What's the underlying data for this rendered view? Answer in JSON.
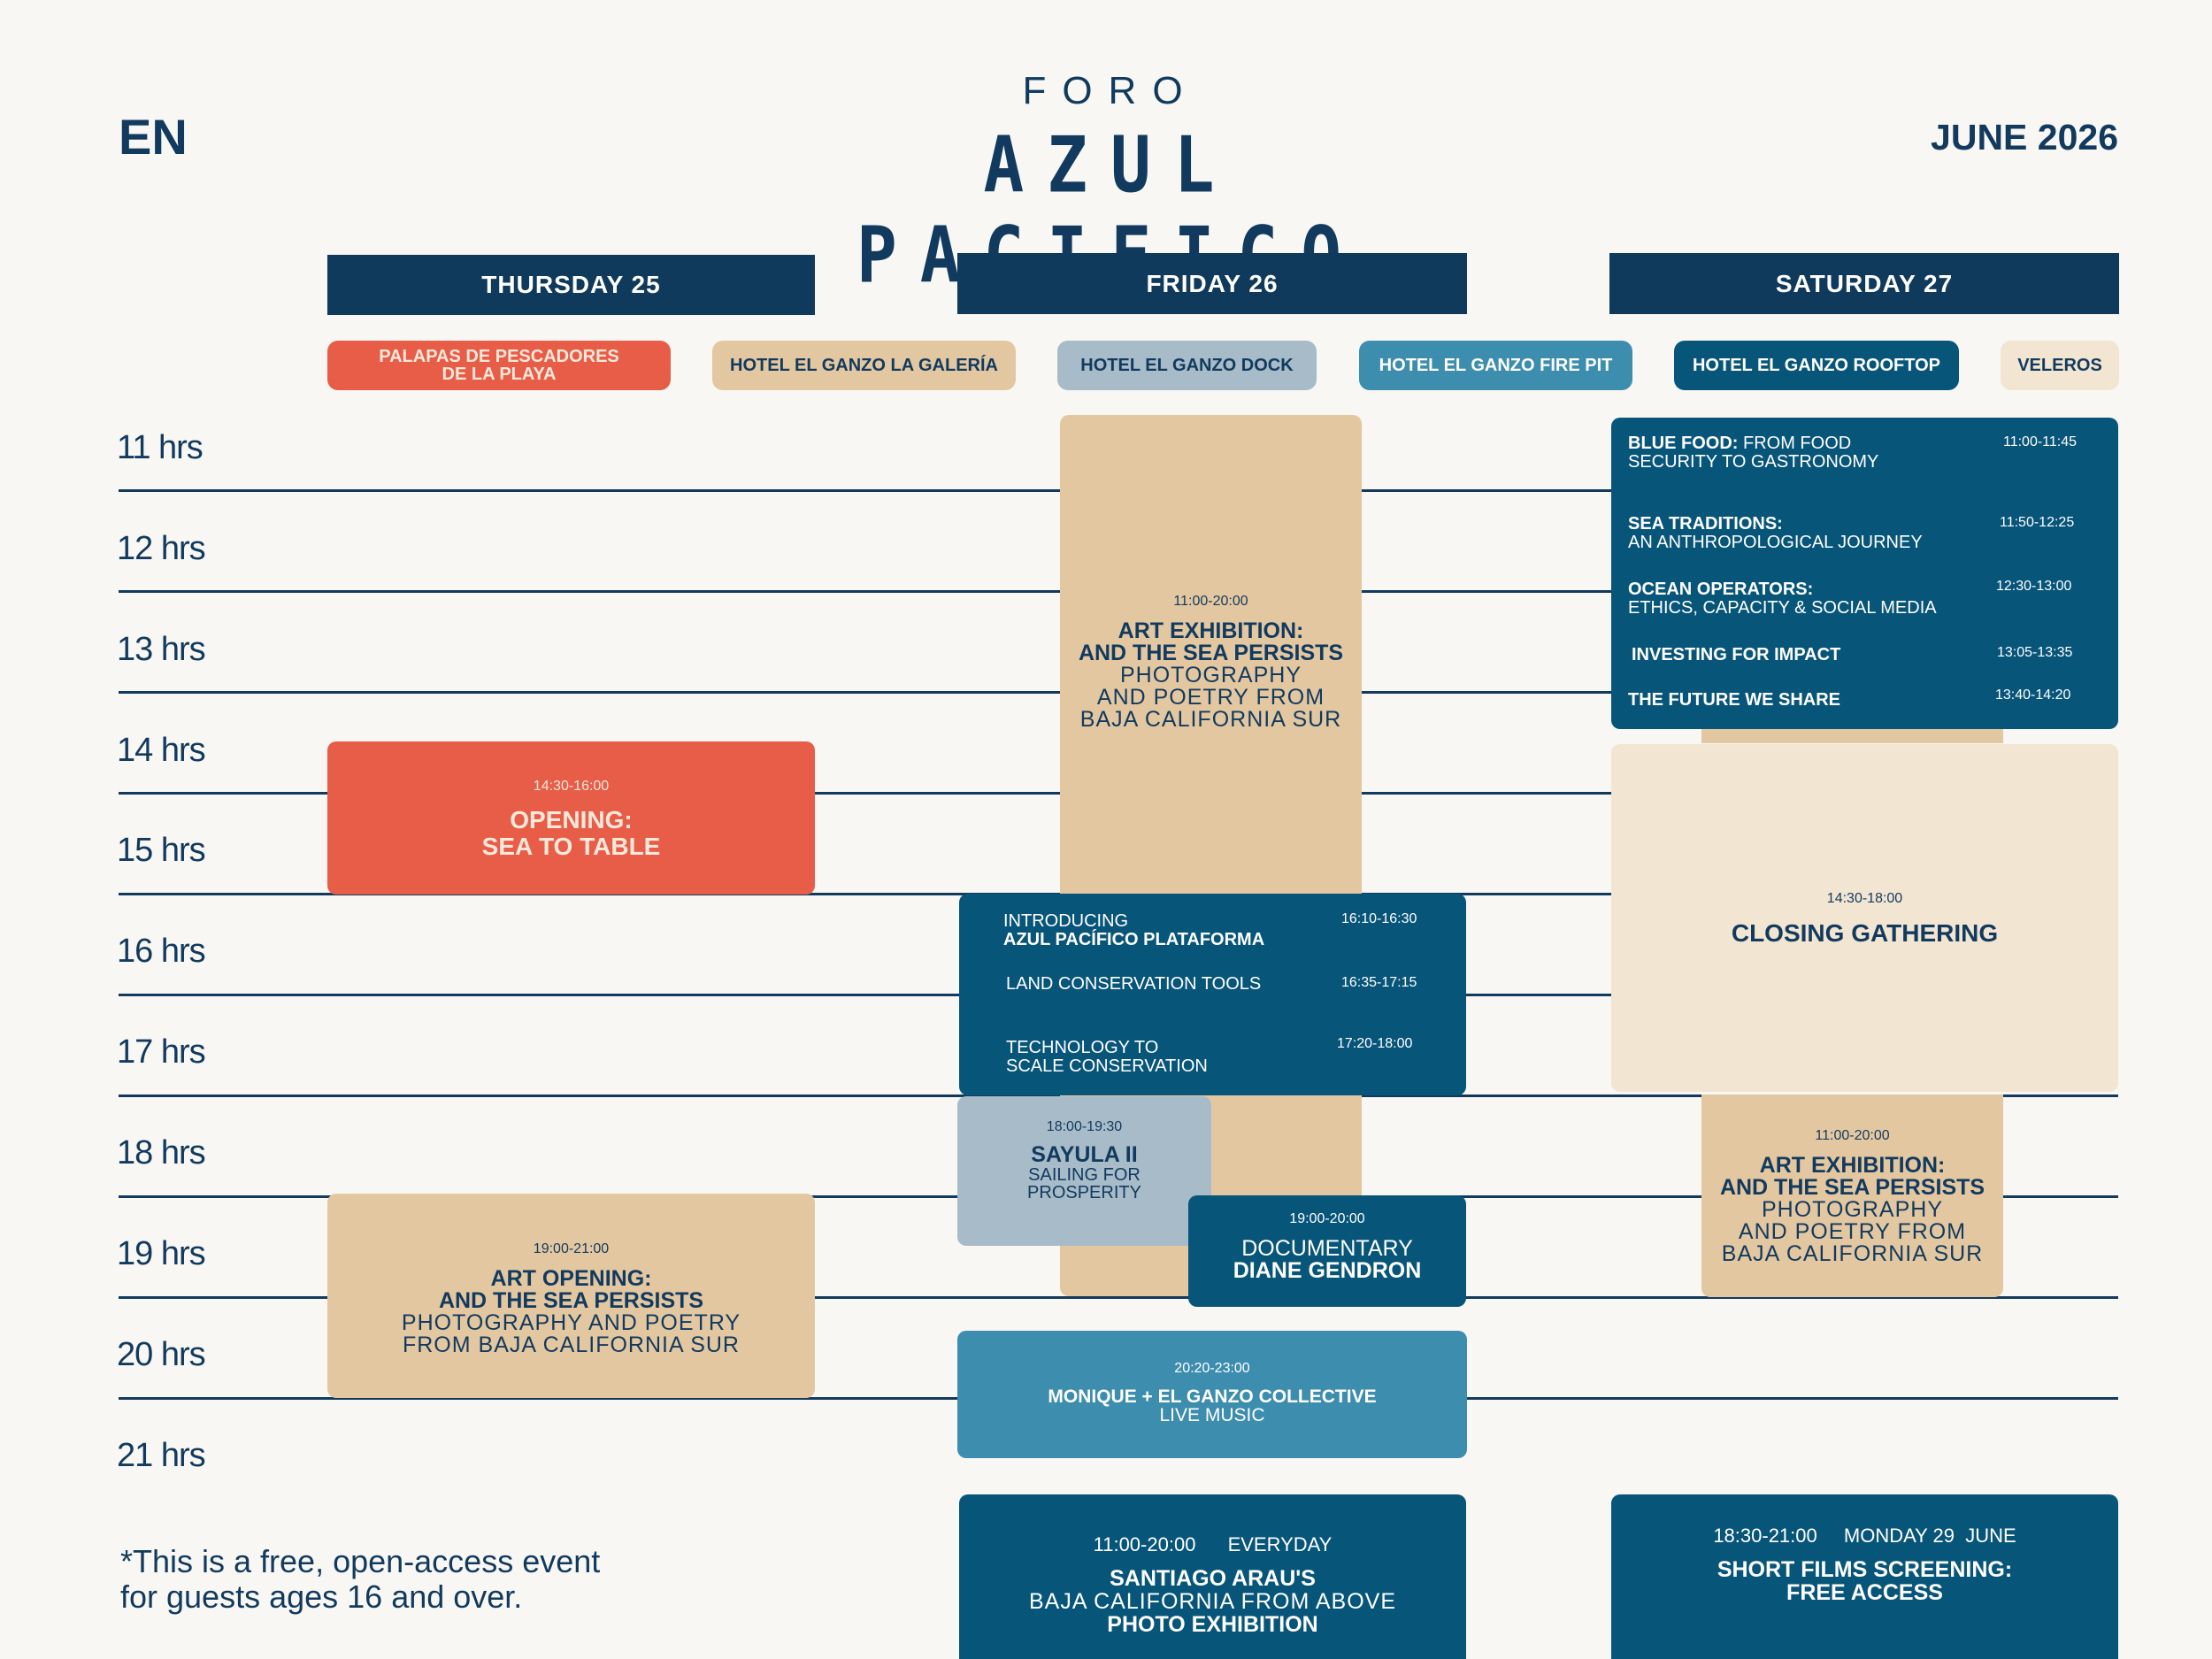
{
  "header": {
    "lang": "EN",
    "foro": "FORO",
    "logo": "AZUL PACIFICO",
    "month": "JUNE 2026"
  },
  "days": [
    "THURSDAY 25",
    "FRIDAY 26",
    "SATURDAY 27"
  ],
  "venues": [
    {
      "line1": "PALAPAS DE PESCADORES",
      "line2": "DE LA PLAYA",
      "color": "#e85d47"
    },
    {
      "line1": "HOTEL EL GANZO LA GALERÍA",
      "color": "#e3c7a1"
    },
    {
      "line1": "HOTEL EL GANZO DOCK",
      "color": "#a7bbc8"
    },
    {
      "line1": "HOTEL EL GANZO FIRE PIT",
      "color": "#3d8daf"
    },
    {
      "line1": "HOTEL EL GANZO ROOFTOP",
      "color": "#08557a"
    },
    {
      "line1": "VELEROS",
      "color": "#f2e5d2"
    }
  ],
  "hours": [
    "11 hrs",
    "12 hrs",
    "13 hrs",
    "14 hrs",
    "15 hrs",
    "16 hrs",
    "17 hrs",
    "18 hrs",
    "19 hrs",
    "20 hrs",
    "21 hrs"
  ],
  "thursday": {
    "opening": {
      "time": "14:30-16:00",
      "line1": "OPENING:",
      "line2": "SEA TO TABLE"
    },
    "art_opening": {
      "time": "19:00-21:00",
      "line1": "ART OPENING:",
      "line2": "AND THE SEA PERSISTS",
      "line3": "PHOTOGRAPHY AND POETRY",
      "line4": "FROM BAJA CALIFORNIA SUR"
    }
  },
  "friday": {
    "art_exhibition": {
      "time": "11:00-20:00",
      "line1": "ART EXHIBITION:",
      "line2": "AND THE SEA PERSISTS",
      "line3": "PHOTOGRAPHY",
      "line4": "AND POETRY FROM",
      "line5": "BAJA CALIFORNIA SUR"
    },
    "sessions": [
      {
        "line1": "INTRODUCING",
        "line2": "AZUL PACÍFICO PLATAFORMA",
        "time": "16:10-16:30"
      },
      {
        "line1": "LAND CONSERVATION TOOLS",
        "time": "16:35-17:15"
      },
      {
        "line1": "TECHNOLOGY TO",
        "line2": "SCALE CONSERVATION",
        "time": "17:20-18:00"
      }
    ],
    "sayula": {
      "time": "18:00-19:30",
      "line1": "SAYULA II",
      "line2": "SAILING FOR",
      "line3": "PROSPERITY"
    },
    "documentary": {
      "time": "19:00-20:00",
      "line1": "DOCUMENTARY",
      "line2": "DIANE GENDRON"
    },
    "monique": {
      "time": "20:20-23:00",
      "line1": "MONIQUE + EL GANZO COLLECTIVE",
      "line2": "LIVE MUSIC"
    },
    "santiago": {
      "time": "11:00-20:00",
      "tag": "EVERYDAY",
      "line1": "SANTIAGO ARAU'S",
      "line2": "BAJA CALIFORNIA FROM ABOVE",
      "line3": "PHOTO EXHIBITION"
    }
  },
  "saturday": {
    "sessions": [
      {
        "bold": "BLUE FOOD:",
        "rest": " FROM FOOD",
        "line2": "SECURITY TO GASTRONOMY",
        "time": "11:00-11:45"
      },
      {
        "bold": "SEA TRADITIONS:",
        "line2": "AN ANTHROPOLOGICAL JOURNEY",
        "time": "11:50-12:25"
      },
      {
        "bold": "OCEAN OPERATORS:",
        "line2": "ETHICS, CAPACITY & SOCIAL MEDIA",
        "time": "12:30-13:00"
      },
      {
        "bold": "INVESTING FOR IMPACT",
        "time": "13:05-13:35"
      },
      {
        "bold": "THE FUTURE WE SHARE",
        "time": "13:40-14:20"
      }
    ],
    "closing": {
      "time": "14:30-18:00",
      "line1": "CLOSING GATHERING"
    },
    "art_exhibition": {
      "time": "11:00-20:00",
      "line1": "ART EXHIBITION:",
      "line2": "AND THE SEA PERSISTS",
      "line3": "PHOTOGRAPHY",
      "line4": "AND POETRY FROM",
      "line5": "BAJA CALIFORNIA SUR"
    },
    "short_films": {
      "time": "18:30-21:00",
      "tag": "MONDAY 29  JUNE",
      "line1": "SHORT FILMS SCREENING:",
      "line2": "FREE ACCESS"
    }
  },
  "footnote": {
    "line1": "*This is a free, open-access event",
    "line2": "for guests ages 16 and over."
  }
}
